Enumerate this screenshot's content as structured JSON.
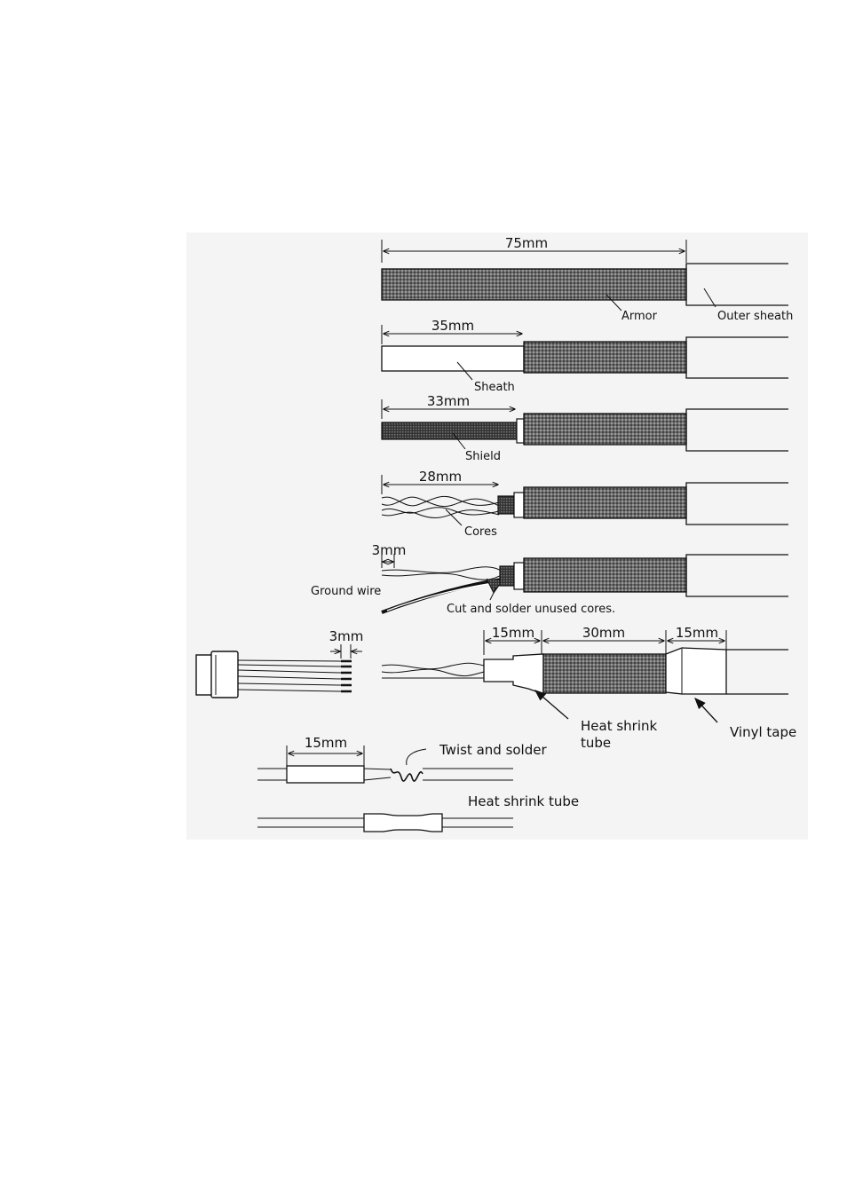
{
  "figure": {
    "dimensions": [
      "75mm",
      "35mm",
      "33mm",
      "28mm",
      "3mm",
      "3mm",
      "15mm",
      "30mm",
      "15mm",
      "15mm"
    ],
    "labels": {
      "armor": "Armor",
      "outer_sheath": "Outer sheath",
      "sheath": "Sheath",
      "shield": "Shield",
      "cores": "Cores",
      "ground_wire": "Ground wire",
      "cut_solder": "Cut and solder unused cores.",
      "heat_shrink_tube_line1": "Heat shrink",
      "heat_shrink_tube_line2": "tube",
      "vinyl_tape": "Vinyl tape",
      "twist_and_solder": "Twist and solder",
      "heat_shrink_tube": "Heat shrink tube"
    }
  },
  "colors": {
    "ink": "#111111",
    "panel_bg": "#f4f4f4",
    "paper": "#ffffff"
  }
}
